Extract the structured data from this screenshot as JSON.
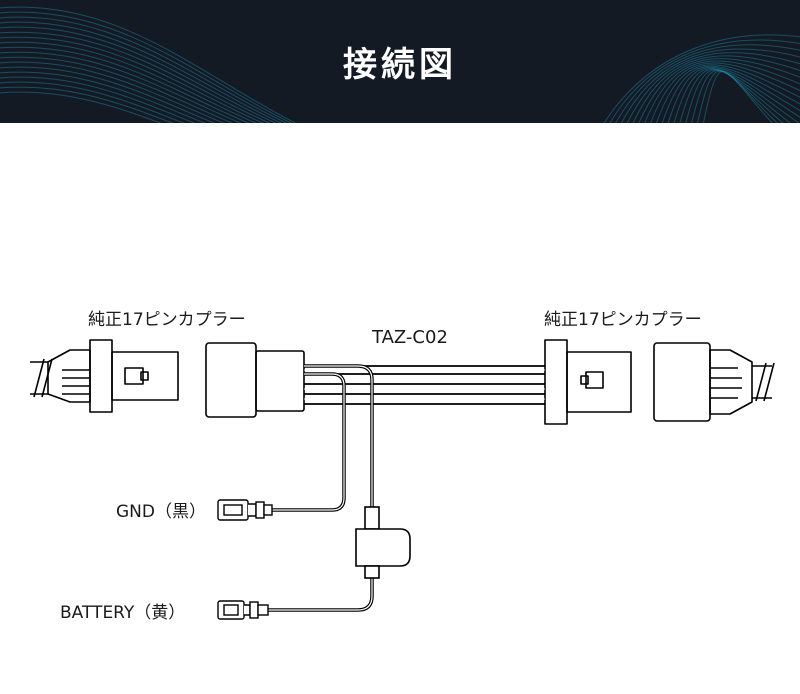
{
  "header": {
    "title": "接続図",
    "background_color": "#141a24",
    "accent_color": "#1f8fb0"
  },
  "diagram": {
    "labels": {
      "coupler_left": "純正17ピンカプラー",
      "coupler_right": "純正17ピンカプラー",
      "harness": "TAZ-C02",
      "gnd": "GND（黒）",
      "battery": "BATTERY（黄）"
    },
    "wire_color": "#000000"
  }
}
